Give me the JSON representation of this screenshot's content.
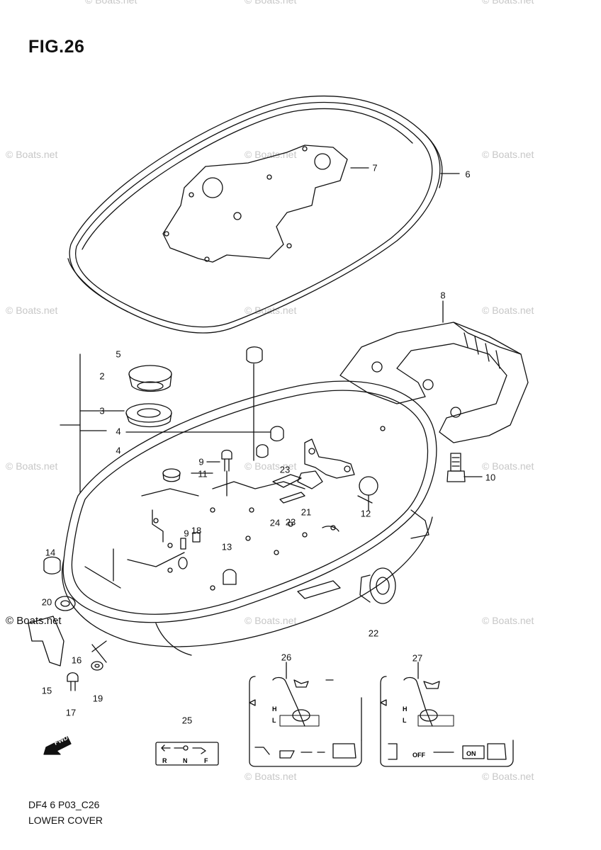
{
  "figure": {
    "title": "FIG.26",
    "code": "DF4 6 P03_C26",
    "name": "LOWER COVER"
  },
  "watermark": {
    "text": "© Boats.net"
  },
  "parts": [
    "2",
    "3",
    "4",
    "4",
    "5",
    "6",
    "7",
    "8",
    "9",
    "9",
    "10",
    "11",
    "12",
    "13",
    "14",
    "15",
    "16",
    "17",
    "18",
    "19",
    "20",
    "21",
    "22",
    "23",
    "23",
    "24",
    "25",
    "26",
    "27"
  ],
  "labels": {
    "shift_r": "R",
    "shift_n": "N",
    "shift_f": "F",
    "h_mark": "H",
    "l_mark": "L",
    "off": "OFF",
    "on": "ON",
    "fwd": "FWD"
  }
}
